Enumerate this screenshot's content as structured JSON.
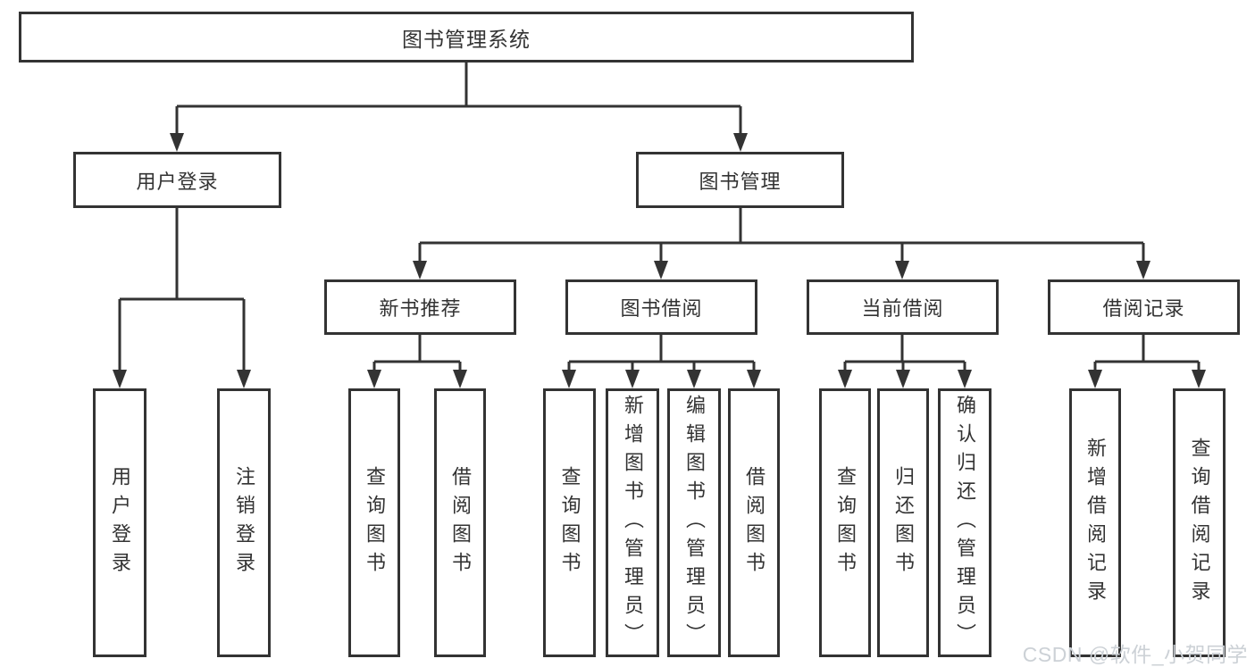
{
  "tree": {
    "root": "图书管理系统",
    "branches": [
      {
        "label": "用户登录",
        "children": [
          "用户登录",
          "注销登录"
        ]
      },
      {
        "label": "图书管理",
        "children": [
          {
            "label": "新书推荐",
            "children": [
              "查询图书",
              "借阅图书"
            ]
          },
          {
            "label": "图书借阅",
            "children": [
              "查询图书",
              "新增图书（管理员）",
              "编辑图书（管理员）",
              "借阅图书"
            ]
          },
          {
            "label": "当前借阅",
            "children": [
              "查询图书",
              "归还图书",
              "确认归还（管理员）"
            ]
          },
          {
            "label": "借阅记录",
            "children": [
              "新增借阅记录",
              "查询借阅记录"
            ]
          }
        ]
      }
    ]
  },
  "watermark": "CSDN @软件_小贺同学",
  "colors": {
    "line": "#333333",
    "box_border": "#333333",
    "text": "#333333",
    "watermark_text": "#ccd1d6",
    "background": "#ffffff"
  }
}
